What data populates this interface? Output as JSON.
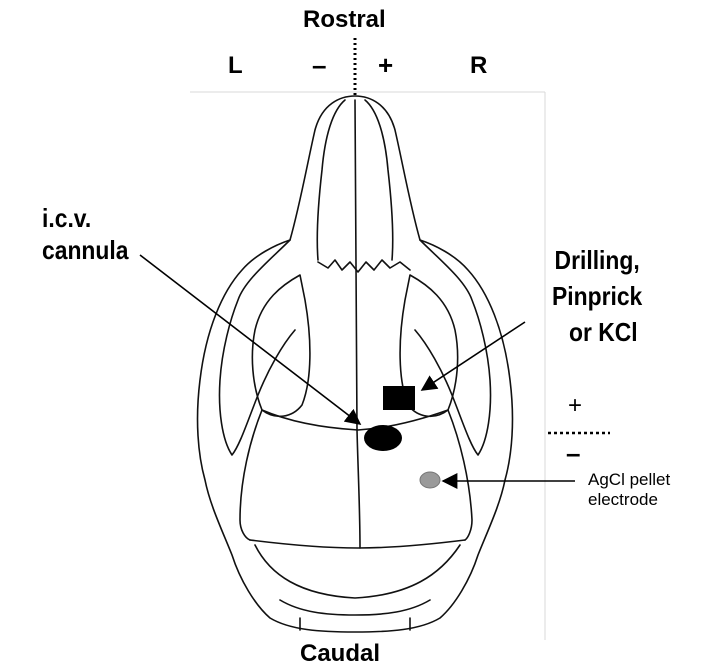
{
  "orientation": {
    "top": "Rostral",
    "bottom": "Caudal",
    "left": "L",
    "right": "R",
    "minus": "–",
    "plus": "+"
  },
  "annotations": {
    "icv_line1": "i.c.v.",
    "icv_line2": "cannula",
    "stim_line1": "Drilling,",
    "stim_line2": "Pinprick",
    "stim_line3": "or KCl",
    "electrode_line1": "AgCl pellet",
    "electrode_line2": "electrode",
    "polarity_plus": "+",
    "polarity_minus": "–"
  }
}
